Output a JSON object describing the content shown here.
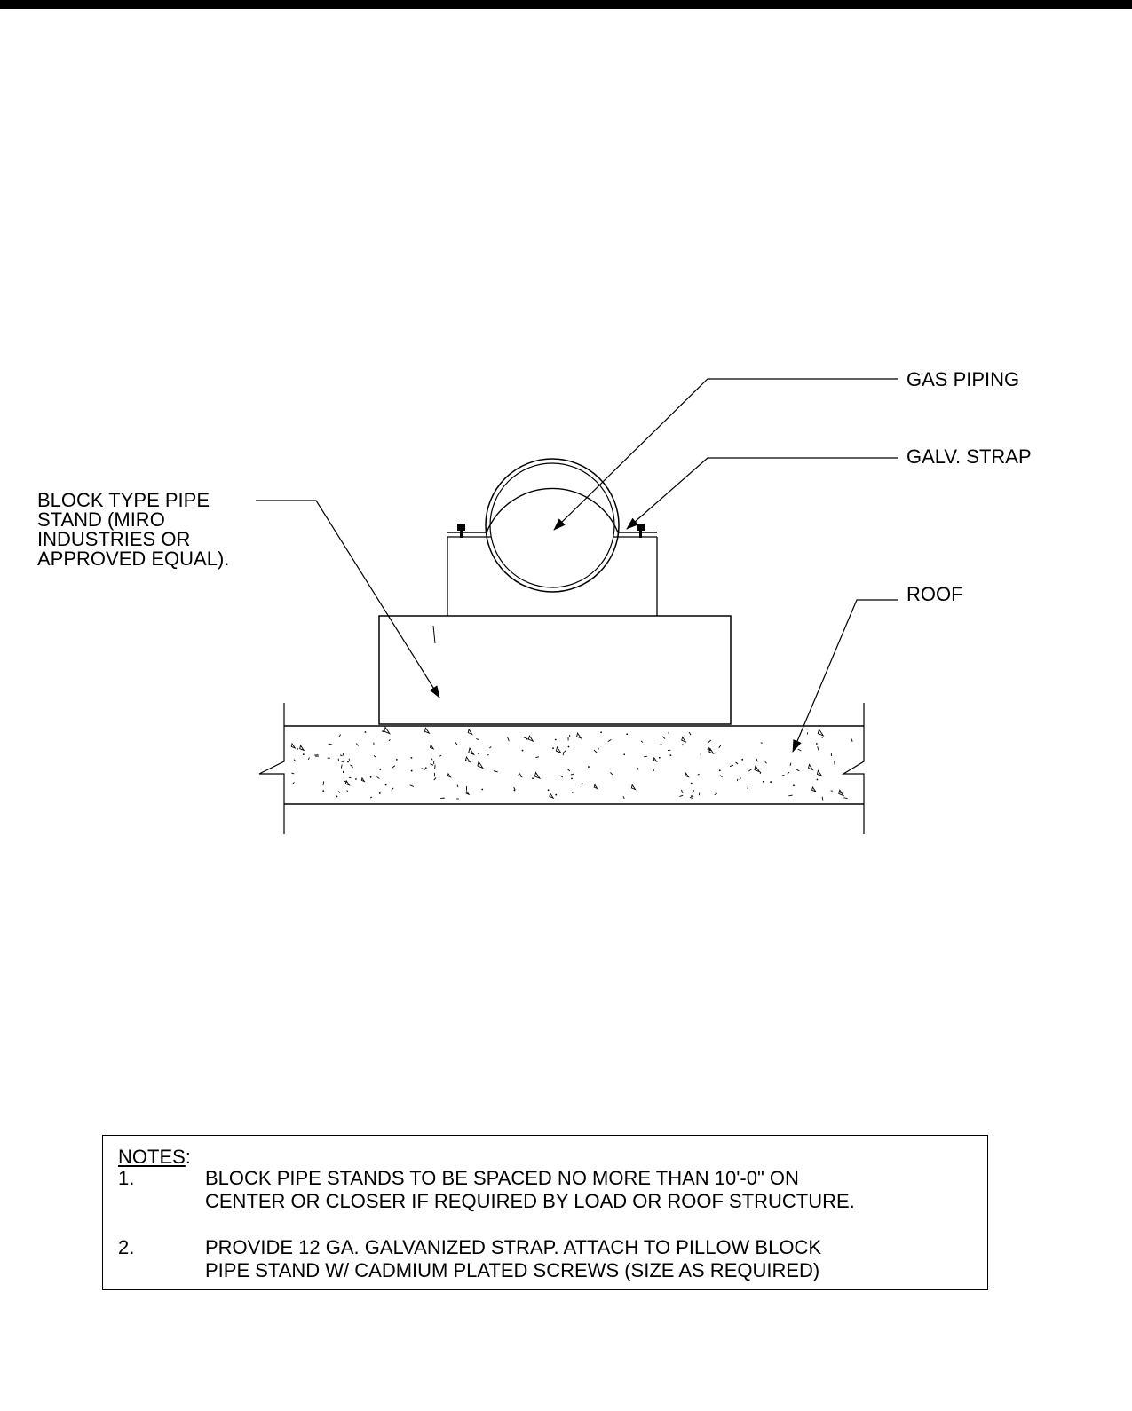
{
  "callouts": {
    "gas_piping": "GAS PIPING",
    "galv_strap": "GALV. STRAP",
    "roof": "ROOF",
    "block_stand": "BLOCK TYPE PIPE\nSTAND (MIRO\nINDUSTRIES OR\nAPPROVED EQUAL)."
  },
  "notes": {
    "heading": "NOTES",
    "heading_suffix": ":",
    "items": [
      {
        "number": "1.",
        "text": "BLOCK PIPE STANDS TO BE SPACED NO MORE THAN 10'-0\" ON\nCENTER OR CLOSER IF REQUIRED BY LOAD OR ROOF STRUCTURE."
      },
      {
        "number": "2.",
        "text": "PROVIDE 12 GA. GALVANIZED STRAP.  ATTACH TO PILLOW BLOCK\nPIPE STAND W/ CADMIUM PLATED SCREWS (SIZE AS REQUIRED)"
      }
    ]
  }
}
